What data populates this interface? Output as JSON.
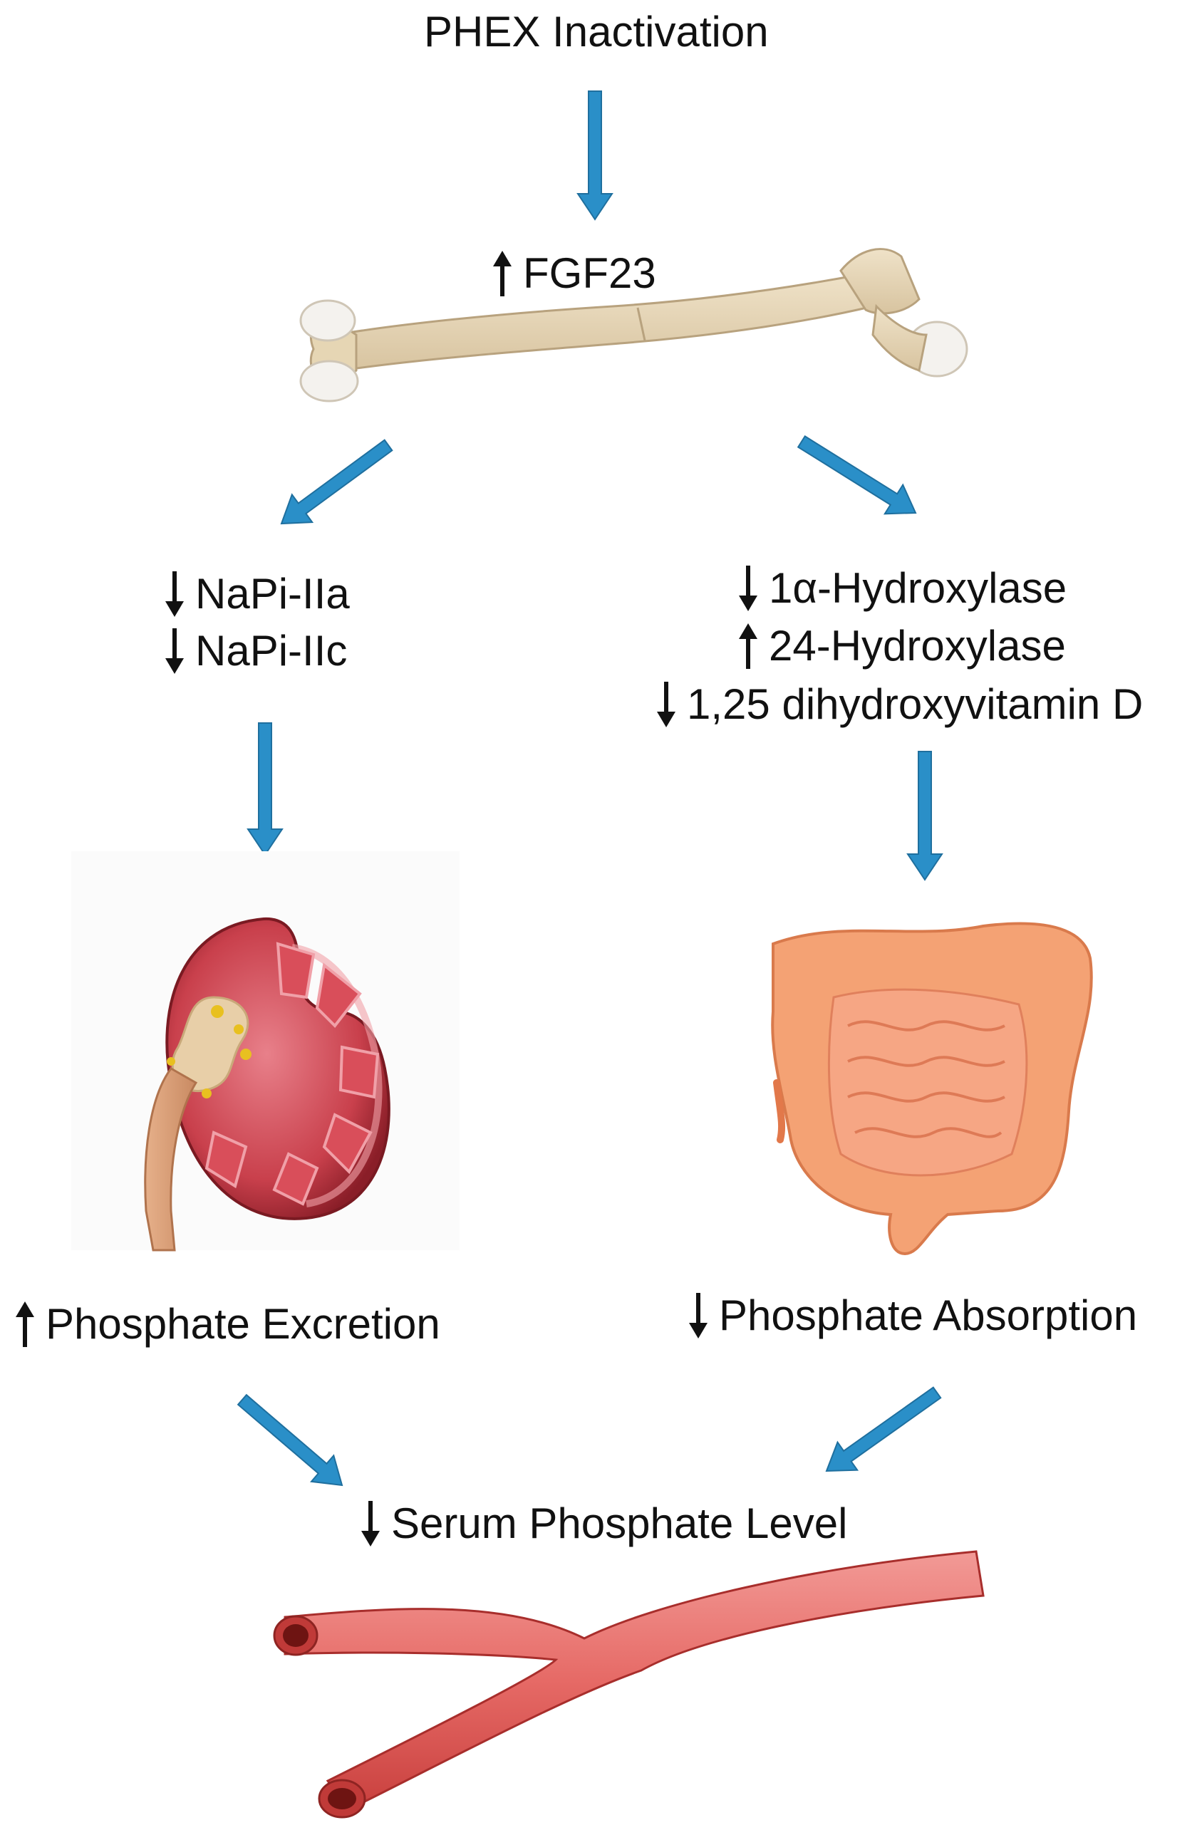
{
  "diagram": {
    "arrow_color": "#2a8fc8",
    "top": {
      "label": "PHEX Inactivation"
    },
    "bone": {
      "label": "FGF23",
      "direction": "up"
    },
    "left_branch": {
      "items": [
        {
          "label": "NaPi-IIa",
          "direction": "down"
        },
        {
          "label": "NaPi-IIc",
          "direction": "down"
        }
      ],
      "outcome": {
        "label": "Phosphate Excretion",
        "direction": "up"
      }
    },
    "right_branch": {
      "items": [
        {
          "label": "1α-Hydroxylase",
          "direction": "down"
        },
        {
          "label": "24-Hydroxylase",
          "direction": "up"
        },
        {
          "label": "1,25 dihydroxyvitamin D",
          "direction": "down"
        }
      ],
      "outcome": {
        "label": "Phosphate Absorption",
        "direction": "down"
      }
    },
    "result": {
      "label": "Serum Phosphate Level",
      "direction": "down"
    },
    "illustrations": [
      "bone-illustration",
      "kidney-illustration",
      "intestine-illustration",
      "blood-vessel-illustration"
    ]
  }
}
